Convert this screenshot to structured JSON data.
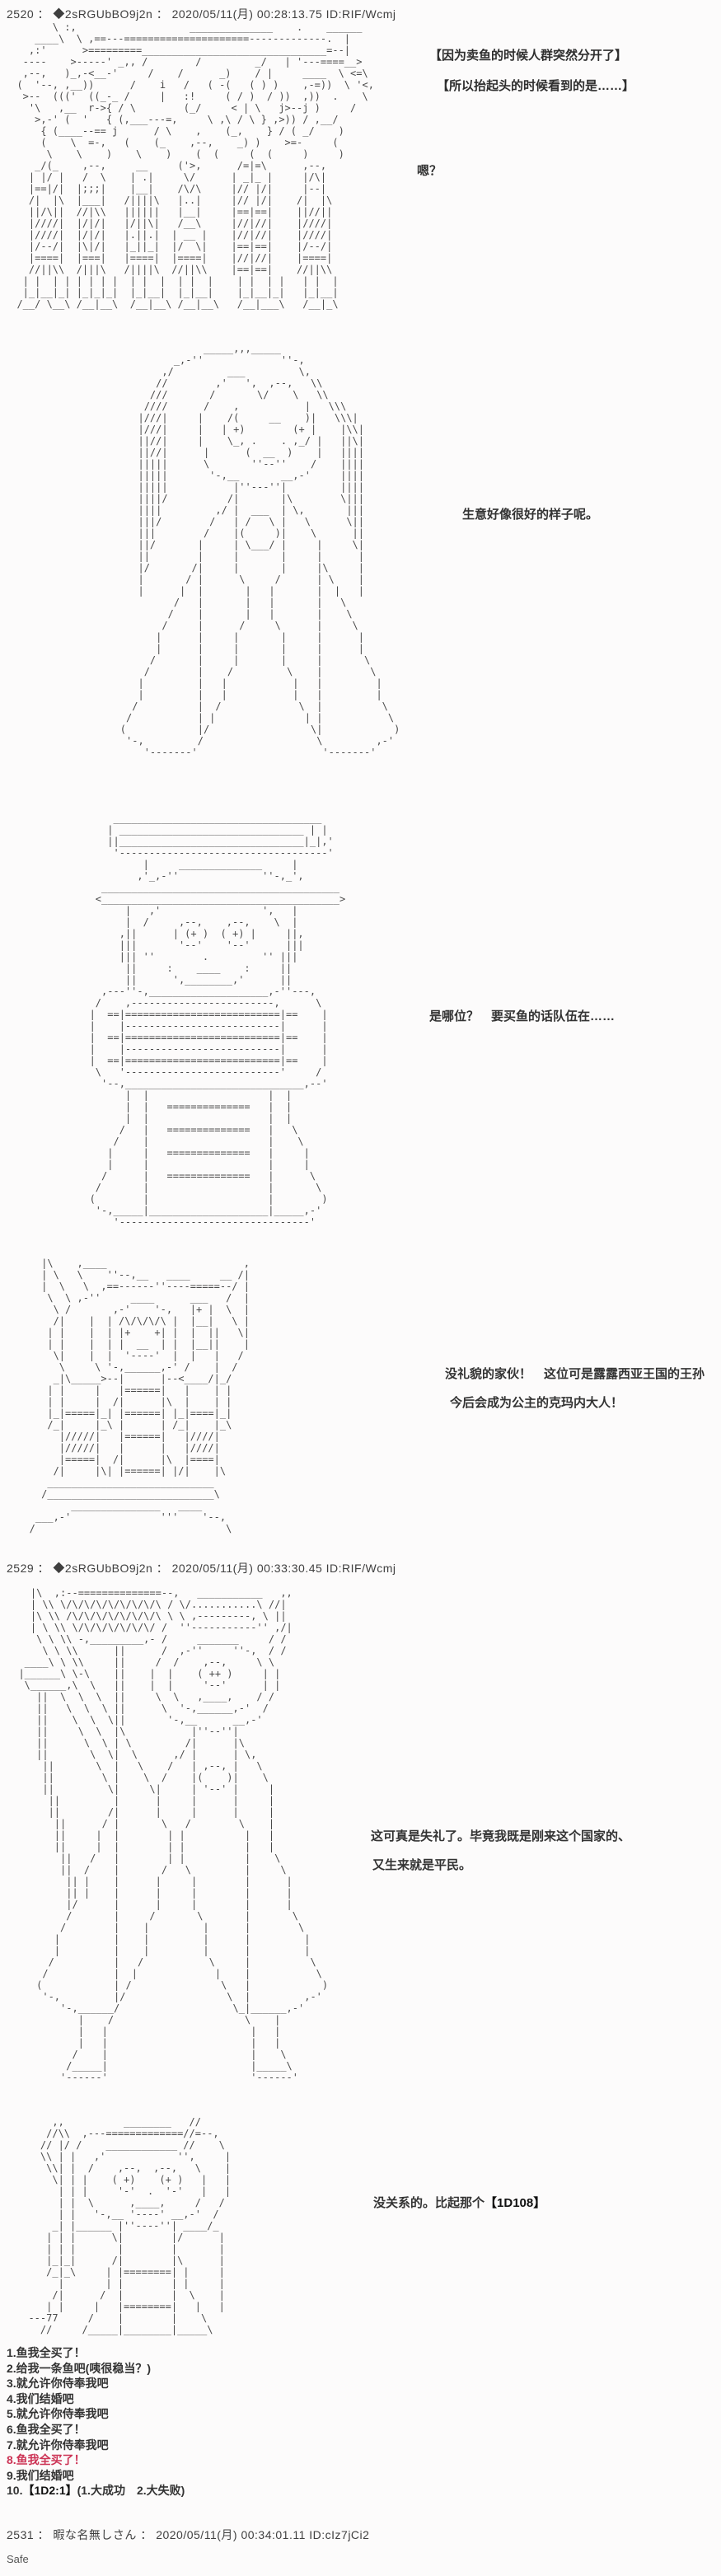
{
  "page": {
    "background": "#fcfbfb",
    "text_color": "#333333",
    "header_color": "#3f3f3f",
    "aa_color": "#4a4a4a",
    "highlight_color": "#cc3355"
  },
  "posts": [
    {
      "number": "2520",
      "header": "2520 ： ◆2sRGUbBO9j2n ： 2020/05/11(月) 00:28:13.75 ID:RIF/Wcmj",
      "narration": [
        "【因为卖鱼的时候人群突然分开了】",
        "【所以抬起头的时候看到的是……】"
      ],
      "dialogue": [
        "嗯？",
        "生意好像很好的样子呢。",
        "是哪位？　要买鱼的话队伍在……",
        "没礼貌的家伙！　这位可是露露西亚王国的王孙",
        "今后会成为公主的克玛内大人！"
      ],
      "aa_blocks": [
        [
          "        \\ :,                   ______________    .    ______",
          "     ____\\  \\ ,==---=====================-------------.  |",
          "    ,:'      >=========_______________________________=--|",
          "   ----    >-----' _,, /        /         _/   | '---====__>",
          "   ,--,   )_,-<__-'     /    /      _)    / |     ____  \\ <=\\",
          "  (  '--, ,__))      /    i   /   ( -(   ( ) )    ,-=))  \\ '<,",
          "   >--  ((('  ((_-_ /     |   :!     ( / )  / ))  ,))  .    \\",
          "    '\\   ,__  r->{ / \\        (_/     < | \\   j>--j )     /",
          "     >,-' (  '   { (,___---=,     \\ ,\\ / \\ } ,>)) / ,__/",
          "      { (____--== j      / \\    ,    (_,    } / ( _/    )",
          "      (    \\  =-,   (    (_    ,--,    _) )    >=-     (",
          "       \\    \\    )    \\    )    (  (     (  (     )     )",
          "     _/(_    ,--,     __     ('>,      /=|=\\      ,--,",
          "    | |/ |   /  \\    | .|     \\/      | _|_ |     |/\\|",
          "    |==|/|  |;;;|    |__|    /\\/\\     |// |/|     |--|",
          "    /|  |\\  |___|   /||||\\   |..|     |// |/|    /|  |\\",
          "    ||/\\||  //|\\\\   ||||||   |__|     |==|==|    ||//||",
          "    |////|  |/|/|   |/||\\|   /__\\     |//|//|    |////|",
          "    |////|  |/|/|   |.||.|  | __ |    |//|//|    |////|",
          "    |/--/|  |\\|/|   |_||_|  |/  \\|    |==|==|    |/--/|",
          "    |====|  |===|   |====|  |====|    |//|//|    |====|",
          "    //||\\\\  /|||\\   /||||\\  //||\\\\    |==|==|    //||\\\\",
          "   | |  | | | | | |  | |  |  | |  |    | |  | |   | |  |",
          "   |_|__|_| |_|_|_|  |_|__|  |_|__|    |_|__|_|   |_|__|",
          "  /__/ \\__\\ /__|__\\  /__|__\\ /__|__\\   /__|___\\   /__|_\\",
          ""
        ],
        [
          "                      _____,,,_____",
          "                 _,-''             ''-,",
          "               ,/         ___         \\,",
          "              //        ,'   ',  ,--,   \\\\",
          "             ///       /       \\/    \\   \\\\",
          "            ////      /    ,           |   \\\\\\",
          "           |///|     |    /(     __    )|   \\\\\\|",
          "           |///|     |   | +)        (+ |    |\\\\|",
          "           ||//|     |    \\_, .    . ,_/ |   ||\\|",
          "           ||//|      |      (  __  )    |   ||||",
          "           |||||      \\       ''--''    /    ||||",
          "           |||||       '-,__       __,-'     ||||",
          "           |||||           |''---''|         ||||",
          "           ||||/          /|       |\\        \\|||",
          "           ||||         ,/ |  ___  | \\,       |||",
          "           |||/        /   | /   \\ |   \\      \\||",
          "           |||        /    |(     )|    \\      ||",
          "           ||/       |     | \\___/ |     |     \\|",
          "           ||        |     |       |     |      |",
          "           |/       /|     |       |     |\\     |",
          "           |       / |      \\     /      | \\    |",
          "           |      |  |       |   |       |  |   |",
          "                 /   |       |   |       |   \\",
          "                /    |       |   |       |    \\",
          "               /     |      /     \\      |     \\",
          "              |      |     |       |     |      |",
          "              |      |     |       |     |      |",
          "             /       |     |       |     |       \\",
          "            /        |    /         \\    |        \\",
          "           |         |   |           |   |         |",
          "           |         |   |           |   |         |",
          "          /          |  /             \\  |          \\",
          "         /           | |               | |           \\",
          "        (            |/                 \\|            )",
          "         '-,         /                   \\         ,-'",
          "            '-------'                     '-------'",
          "",
          ""
        ],
        [
          "           ___________________________________",
          "          | _______________________________ | |",
          "          ||_______________________________|_|,'",
          "           '-----------------------------------'",
          "                |     ______________     |",
          "               ,'_,-''              ''-,_',",
          "         ________________________________________",
          "        <________________________________________>",
          "             |   ,'                 ',   |",
          "             |  /     ,--,    ,--,    \\  |",
          "            ,||      | (+ )  ( +) |     ||,",
          "            |||       '--'    '--'      |||",
          "            ||| ''        .         '' |||",
          "             ||     :    ____    :     ||",
          "             ||      ',________,'      ||",
          "         ,---''-,____________________,-''---,",
          "        /    ,------------------------,      \\",
          "       |  ==|==========================|==    |",
          "       |    |--------------------------|      |",
          "       |  ==|==========================|==    |",
          "       |    |--------------------------|      |",
          "       |  ==|==========================|==    |",
          "        \\   '--------------------------'     /",
          "         '--,______________________________,--'",
          "             |  |                    |  |",
          "             |  |   ==============   |  |",
          "             |  |                    |  |",
          "            /   |   ==============   |   \\",
          "           /    |                    |    \\",
          "          |     |   ==============   |     |",
          "          |     |                    |     |",
          "         /      |   ==============   |      \\",
          "        /       |                    |       \\",
          "       (        |                    |        )",
          "        '-,_____|____________________|_____,-'",
          "           '--------------------------------'",
          "",
          ""
        ],
        [
          "     |\\    ,____                       ,",
          "     | \\   \\    ''--,__   ____     __ /|",
          "     |  \\   \\  ,==------''----=====--/ |",
          "      \\  \\ ,-''     ____      ___   /  |",
          "       \\ /       ,-'    '-,   |+ |  \\  |",
          "       /|    |  | /\\/\\/\\/\\ |  |__|   \\ |",
          "      | |    |  | |+    +| |  |  ||   \\|",
          "      | |    |  | |  __  | |  |__||    |",
          "       \\|    |  |  '----'  |  |   |   /",
          "        \\     \\ '-,______,-' /    |  /",
          "       _|\\_____>--|      |--<____/|_/",
          "      | |     |   |======|   |    | |",
          "      | |     |  /|      |\\  |    | |",
          "      |_|=====|_| |======| |_|====|_|",
          "      /_|     |_\\ |      | /_|    |_\\",
          "        |/////|   |======|   |////|",
          "        |/////|   |      |   |////|",
          "        |=====|  /|      |\\  |====|",
          "       /|     |\\| |======| |/|    |\\",
          "      ____________________________",
          "     /____________________________\\",
          "          _______________   ____",
          "    ___,-'               '''    '--,",
          "   /                                \\",
          ""
        ]
      ]
    },
    {
      "number": "2529",
      "header": "2529 ： ◆2sRGUbBO9j2n ： 2020/05/11(月) 00:33:30.45 ID:RIF/Wcmj",
      "dialogue": [
        "这可真是失礼了。毕竟我既是刚来这个国家的、",
        "又生来就是平民。",
        "没关系的。比起那个"
      ],
      "dice_roll": "【1D108】",
      "aa_blocks": [
        [
          "    |\\  ,:--==============--,   ___________   ,,",
          "    | \\\\ \\/\\/\\/\\/\\/\\/\\/\\/\\ / \\/...........\\ //|",
          "    |\\ \\\\ /\\/\\/\\/\\/\\/\\/\\/\\ \\ \\ ,---------, \\ ||",
          "    | \\ \\\\ \\/\\/\\/\\/\\/\\/\\/ /  ''-----------'' ,/|",
          "     \\ \\ \\\\ -,_________,- /     _______     / /",
          "      \\ \\ \\\\      ||      /  ,-''     ''-,  / /",
          "   ____\\ \\ \\\\     ||     /  /    ,--,     \\ \\",
          "  |______\\ \\-\\    ||    |  |    ( ++ )     | |",
          "   \\______,\\  \\   ||    |  |     '--'      | |",
          "     ||  \\  \\  \\  ||     \\  \\   ,____,    / /",
          "     ||   \\  \\  \\ ||      \\  '-,______,-'  /",
          "     ||    \\  \\  \\||       '-,__      __,-'",
          "     ||     \\  \\  |\\           |''--''|",
          "     ||      \\  \\ | \\         /|      |\\",
          "     ||       \\  \\|  \\      ,/ |      | \\,",
          "      ||       \\  |   \\    /   | ,--, |   \\",
          "      ||        \\ |    \\  /    |(    )|    \\",
          "      ||         \\|     \\|     | '--' |     |",
          "       ||         |      |     |      |     |",
          "       ||        /|      |     |      |     |",
          "        ||      / |       \\   /        \\    |",
          "        ||     |  |        | |          |   |",
          "        ||     |  |        | |          |   |",
          "         ||   /   |        | |          |    \\",
          "         ||  /    |       /   \\         |     \\",
          "          || |    |      |     |        |      |",
          "          || |    |      |     |        |      |",
          "          |/      |      |     |        |      |",
          "          /       |     /       \\       |       \\",
          "         /        |    |         |      |        \\",
          "        |         |    |         |      |         |",
          "        |         |    |         |      |         |",
          "       /          |   /           \\     |          \\",
          "      /           |  |             |    |           \\",
          "     (            | /               \\   |            )",
          "      '-,         |/                 \\  |         ,-'",
          "         '-,______/                   \\_|______,-'",
          "            |    /                      \\    |",
          "            |   |                        |   |",
          "            |   |                        |   |",
          "           /    |                        |    \\",
          "          /_____|                        |_____\\",
          "         '------'                        '------'",
          "",
          ""
        ],
        [
          "      ,,          ________   //",
          "     //\\\\  ,---=============//=--,",
          "    // |/ /    ____________ //    \\",
          "    \\\\ | |   ,'            '',     |",
          "     \\\\| |  /    ,--,  ,--,   \\    |",
          "      \\| | |    ( +)    (+ )   |   |",
          "       | | |     '-'  .  '-'   |   |",
          "       | |  \\      ,____,     /   /",
          "       | |   '-,__ '----' __,-'  /",
          "      _| |______ |''----''| ____/_",
          "     | | |      \\|        |/      |",
          "     | | |       |        |       |",
          "     |_|_|      /|        |\\      |",
          "     /_|_\\     | |========| |     |",
          "       |       | |        | |     |",
          "      /|      /  |        |  \\    |",
          "     | |     |   |========|   |   |",
          "  ---77     /    |        |    \\",
          "    //     /_____|________|_____\\",
          ""
        ]
      ],
      "menu": {
        "items": [
          "1.鱼我全买了！",
          "2.给我一条鱼吧(咦很稳当？)",
          "3.就允许你侍奉我吧",
          "4.我们结婚吧",
          "5.就允许你侍奉我吧",
          "6.鱼我全买了！",
          "7.就允许你侍奉我吧",
          "8.鱼我全买了！",
          "9.我们结婚吧"
        ],
        "result_prefix": "10.",
        "result_roll": "【1D2:1】",
        "result_rest": "(1.大成功　2.大失败)"
      }
    },
    {
      "number": "2531",
      "header": "2531 ： 暇な名無しさん ： 2020/05/11(月) 00:34:01.11 ID:cIz7jCi2",
      "body": "Safe"
    }
  ]
}
